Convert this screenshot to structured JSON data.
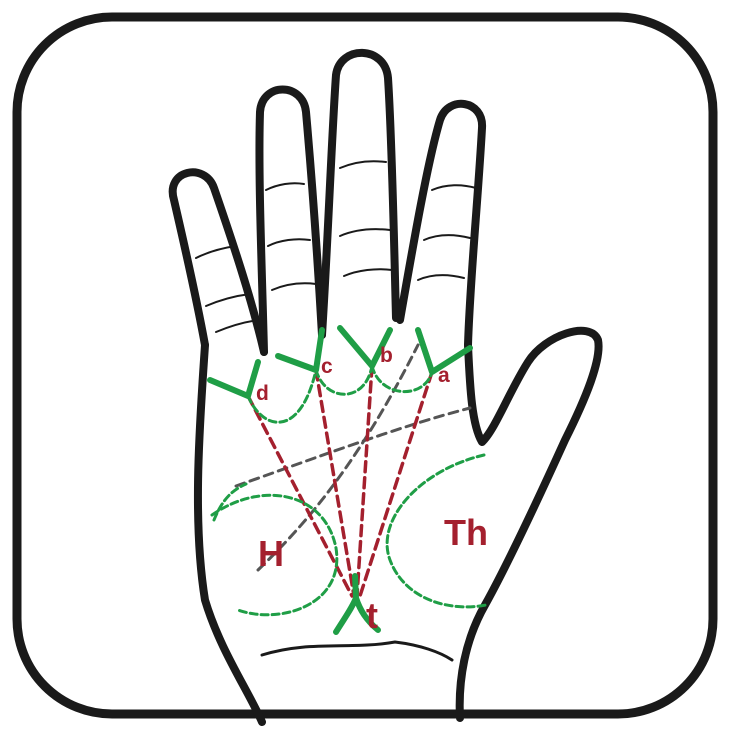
{
  "labels": {
    "triradius_a": "a",
    "triradius_b": "b",
    "triradius_c": "c",
    "triradius_d": "d",
    "triradius_t": "t",
    "hypothenar": "H",
    "thenar": "Th"
  },
  "colors": {
    "outline": "#1a1a1a",
    "ridge_green": "#1f9e46",
    "label_red": "#a4202e",
    "dash_red": "#a4202e",
    "crease_gray": "#555555",
    "background": "#ffffff"
  }
}
